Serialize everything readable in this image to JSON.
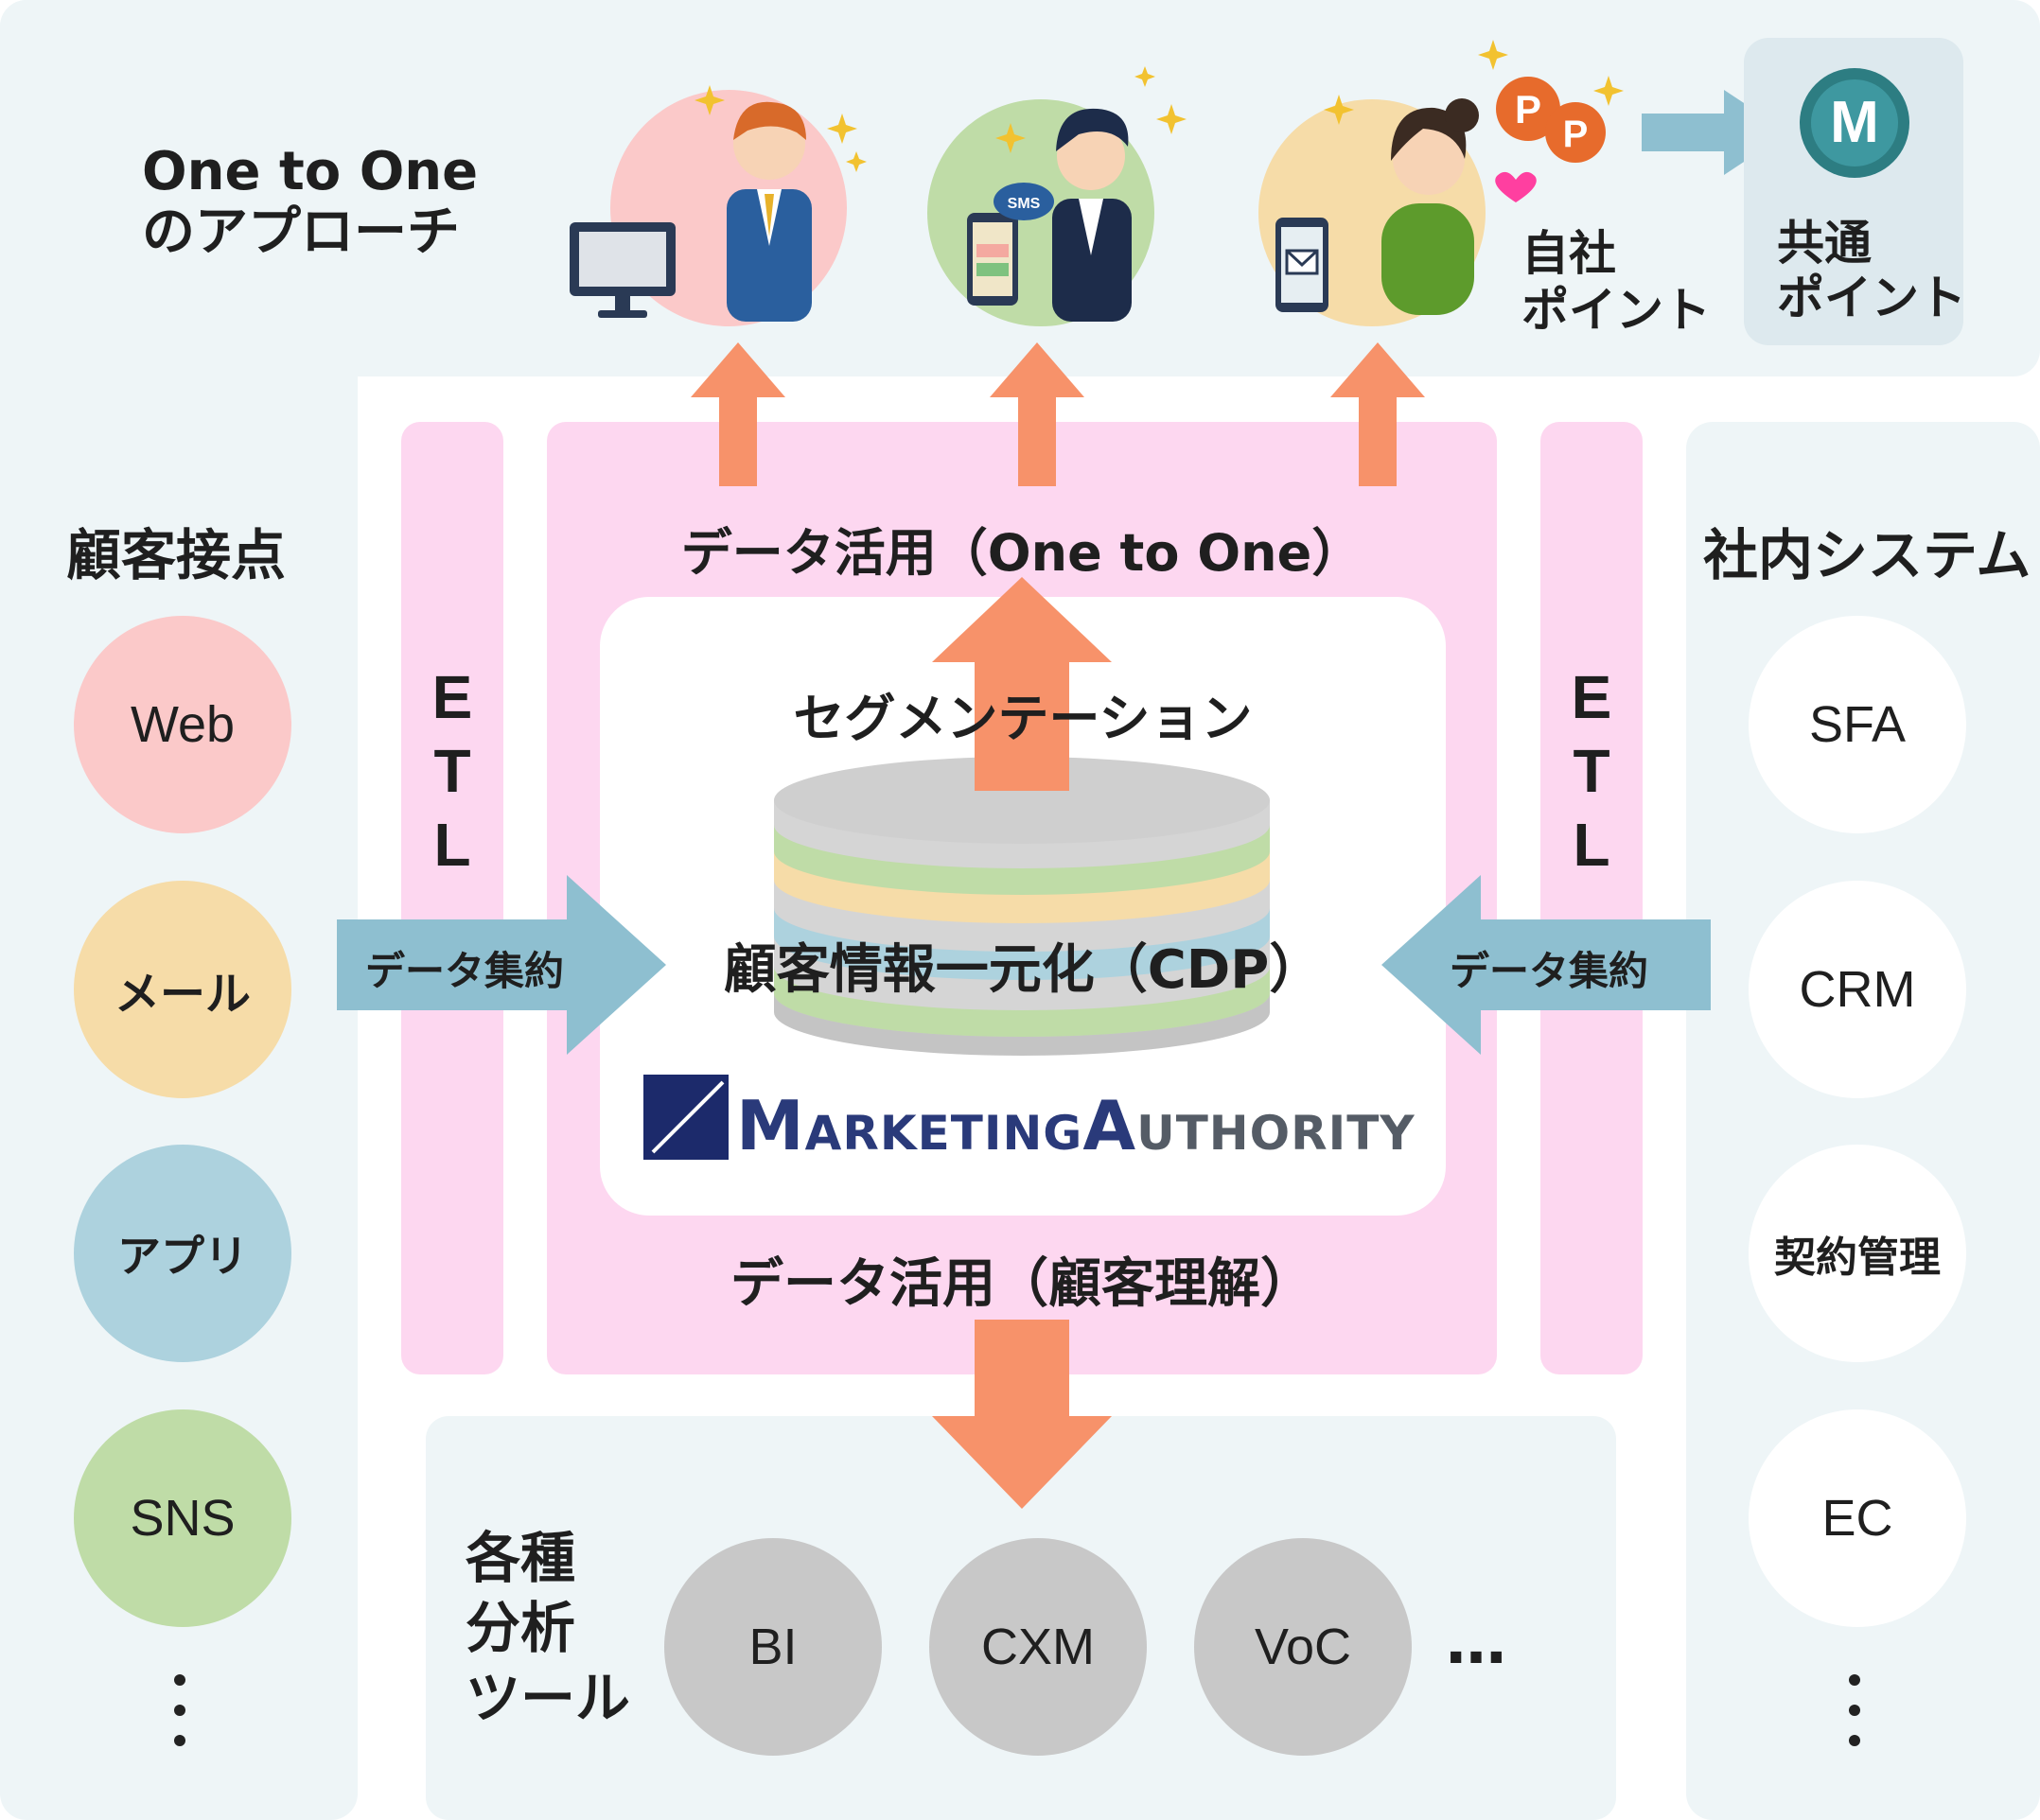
{
  "top": {
    "approach_line1": "One to One",
    "approach_line2": "のアプローチ",
    "sms_badge": "SMS",
    "point_badge": "P",
    "own_points_line1": "自社",
    "own_points_line2": "ポイント",
    "common_badge": "M",
    "common_points_line1": "共通",
    "common_points_line2": "ポイント"
  },
  "left": {
    "title": "顧客接点",
    "items": [
      "Web",
      "メール",
      "アプリ",
      "SNS"
    ]
  },
  "right": {
    "title": "社内システム",
    "items": [
      "SFA",
      "CRM",
      "契約管理",
      "EC"
    ]
  },
  "center": {
    "etl": [
      "E",
      "T",
      "L"
    ],
    "data_use_one_to_one": "データ活用（One to One）",
    "segmentation": "セグメンテーション",
    "cdp_label": "顧客情報一元化（CDP）",
    "aggregation_left": "データ集約",
    "aggregation_right": "データ集約",
    "logo_m": "M",
    "logo_arketing": "ARKETING",
    "logo_a": "A",
    "logo_uthority": "UTHORITY",
    "data_use_understanding": "データ活用（顧客理解）"
  },
  "bottom": {
    "title_line1": "各種",
    "title_line2": "分析",
    "title_line3": "ツール",
    "tools": [
      "BI",
      "CXM",
      "VoC"
    ],
    "more": "…"
  },
  "colors": {
    "panel": "#eef5f7",
    "pink": "#fdd7f0",
    "orange_arrow": "#f7926a",
    "blue_arrow": "#8ebfd0",
    "web": "#fbc9c9",
    "mail": "#f6dca8",
    "app": "#add2de",
    "sns": "#bfdca7",
    "tool": "#c8c8c8",
    "logo": "#1c2a6b"
  }
}
